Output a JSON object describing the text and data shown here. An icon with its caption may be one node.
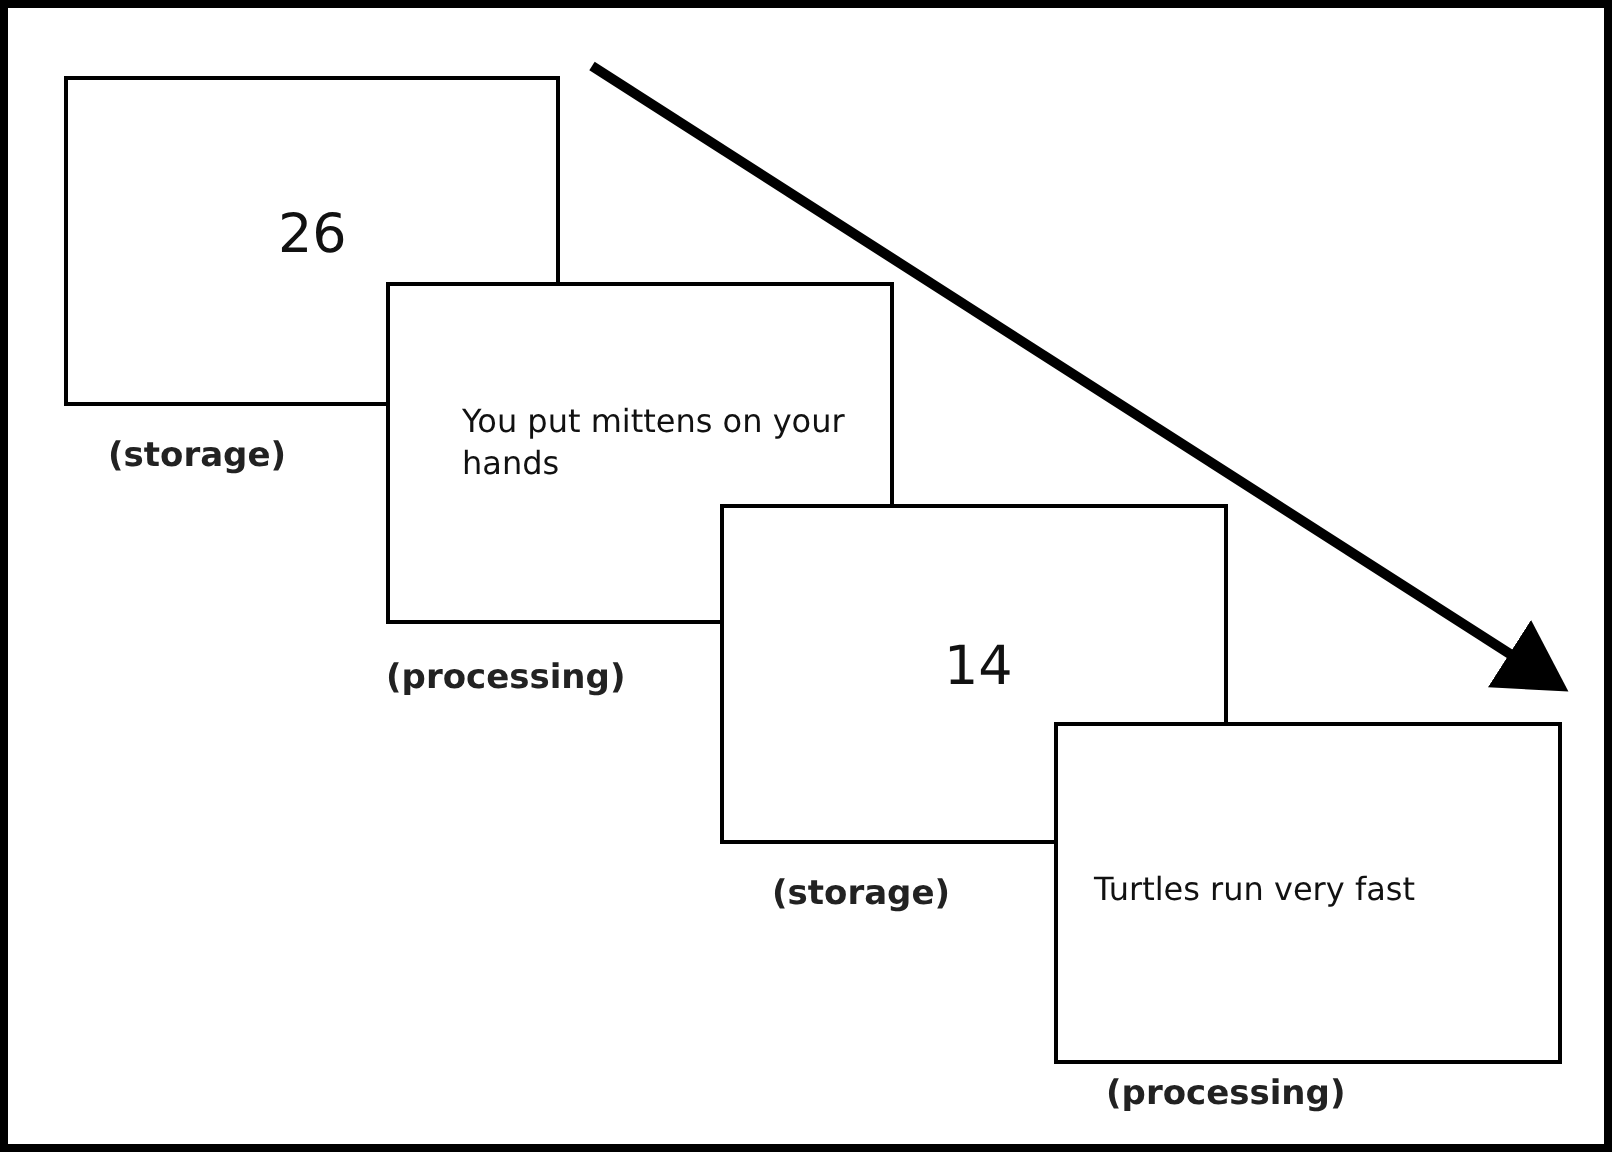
{
  "diagram": {
    "nodes": [
      {
        "text": [
          "26"
        ],
        "beside": [
          "(storage)"
        ]
      },
      {
        "text": [
          "You put mittens on your hands"
        ],
        "beside": [
          "(processing)"
        ]
      },
      {
        "text": [
          "14"
        ],
        "beside": [
          "(storage)"
        ]
      },
      {
        "text": [
          "Turtles run very fast"
        ],
        "beside": [
          "(processing)"
        ]
      }
    ]
  }
}
